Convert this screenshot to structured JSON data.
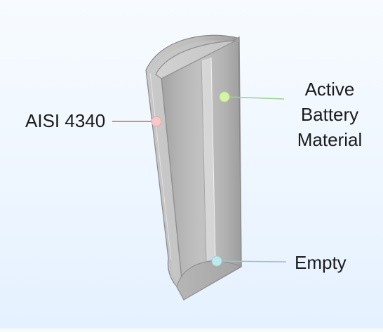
{
  "labels": {
    "material_left": "AISI 4340",
    "material_right_line1": "Active",
    "material_right_line2": "Battery",
    "material_right_line3": "Material",
    "empty": "Empty"
  },
  "colors": {
    "background_top": "#f7fbff",
    "background_bottom": "#e5f1ff",
    "aisi_marker": "#f4c9c7",
    "aisi_leader": "#e88a5a",
    "active_marker": "#d6f3a7",
    "active_leader": "#9fd18a",
    "empty_marker": "#bfe9ea",
    "empty_leader": "#9bbfd3"
  }
}
